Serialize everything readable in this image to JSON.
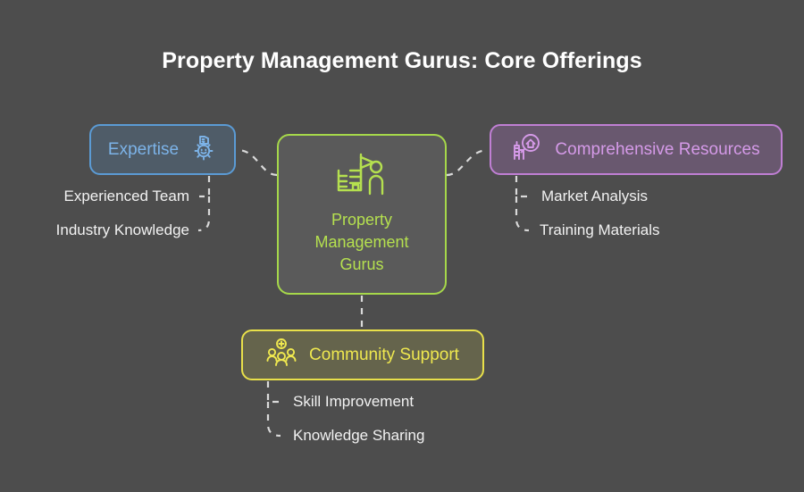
{
  "diagram": {
    "title": "Property Management Gurus: Core Offerings",
    "background_color": "#4d4d4d",
    "type": "mind-map",
    "center": {
      "label": "Property Management Gurus",
      "line1": "Property",
      "line2": "Management",
      "line3": "Gurus",
      "color": "#b5e04f",
      "border_color": "#a6d84a",
      "icon": "buildings-person-icon"
    },
    "branches": [
      {
        "id": "expertise",
        "label": "Expertise",
        "color": "#7cb3e8",
        "border_color": "#5b9bd5",
        "icon": "gear-building-icon",
        "icon_side": "right",
        "children": [
          "Experienced Team",
          "Industry Knowledge"
        ]
      },
      {
        "id": "resources",
        "label": "Comprehensive Resources",
        "color": "#d59ae8",
        "border_color": "#c07fd4",
        "icon": "house-search-icon",
        "icon_side": "left",
        "children": [
          "Market Analysis",
          "Training Materials"
        ]
      },
      {
        "id": "community",
        "label": "Community Support",
        "color": "#efe84f",
        "border_color": "#e8e04a",
        "icon": "people-group-plus-icon",
        "icon_side": "left",
        "children": [
          "Skill Improvement",
          "Knowledge Sharing"
        ]
      }
    ],
    "leaves": {
      "experienced_team": "Experienced Team",
      "industry_knowledge": "Industry Knowledge",
      "market_analysis": "Market Analysis",
      "training_materials": "Training Materials",
      "skill_improvement": "Skill Improvement",
      "knowledge_sharing": "Knowledge Sharing",
      "color": "#f2f2f2"
    },
    "connector": {
      "style": "dashed",
      "color": "#d9d9d9"
    }
  }
}
